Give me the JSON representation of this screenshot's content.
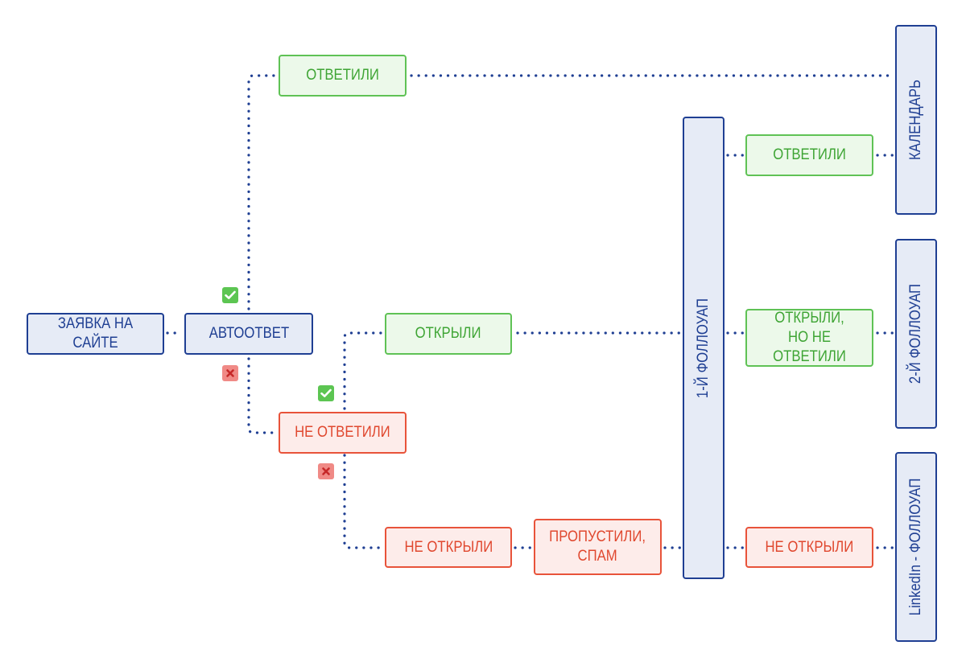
{
  "colors": {
    "connector": "#1f3f93",
    "blue_fill": "#e6ebf6",
    "blue_border": "#1f3f93",
    "green_fill": "#ecf9ea",
    "green_border": "#5fc255",
    "red_fill": "#fdecea",
    "red_border": "#e8533a"
  },
  "nodes": {
    "request": "ЗАЯВКА НА САЙТЕ",
    "autoreply": "АВТООТВЕТ",
    "answered_top": "ОТВЕТИЛИ",
    "opened": "ОТКРЫЛИ",
    "not_answered": "НЕ ОТВЕТИЛИ",
    "not_opened_left": "НЕ ОТКРЫЛИ",
    "skipped_spam": "ПРОПУСТИЛИ,\nСПАМ",
    "followup_1": "1-Й ФОЛЛОУАП",
    "answered_right": "ОТВЕТИЛИ",
    "opened_not_answered": "ОТКРЫЛИ,\nНО НЕ ОТВЕТИЛИ",
    "not_opened_right": "НЕ ОТКРЫЛИ",
    "calendar": "КАЛЕНДАРЬ",
    "followup_2": "2-Й ФОЛЛОУАП",
    "linkedin_followup": "LinkedIn - ФОЛЛОУАП"
  },
  "badges": {
    "autoreply_yes": "check-icon",
    "autoreply_no": "cross-icon",
    "not_answered_yes": "check-icon",
    "not_answered_no": "cross-icon"
  }
}
